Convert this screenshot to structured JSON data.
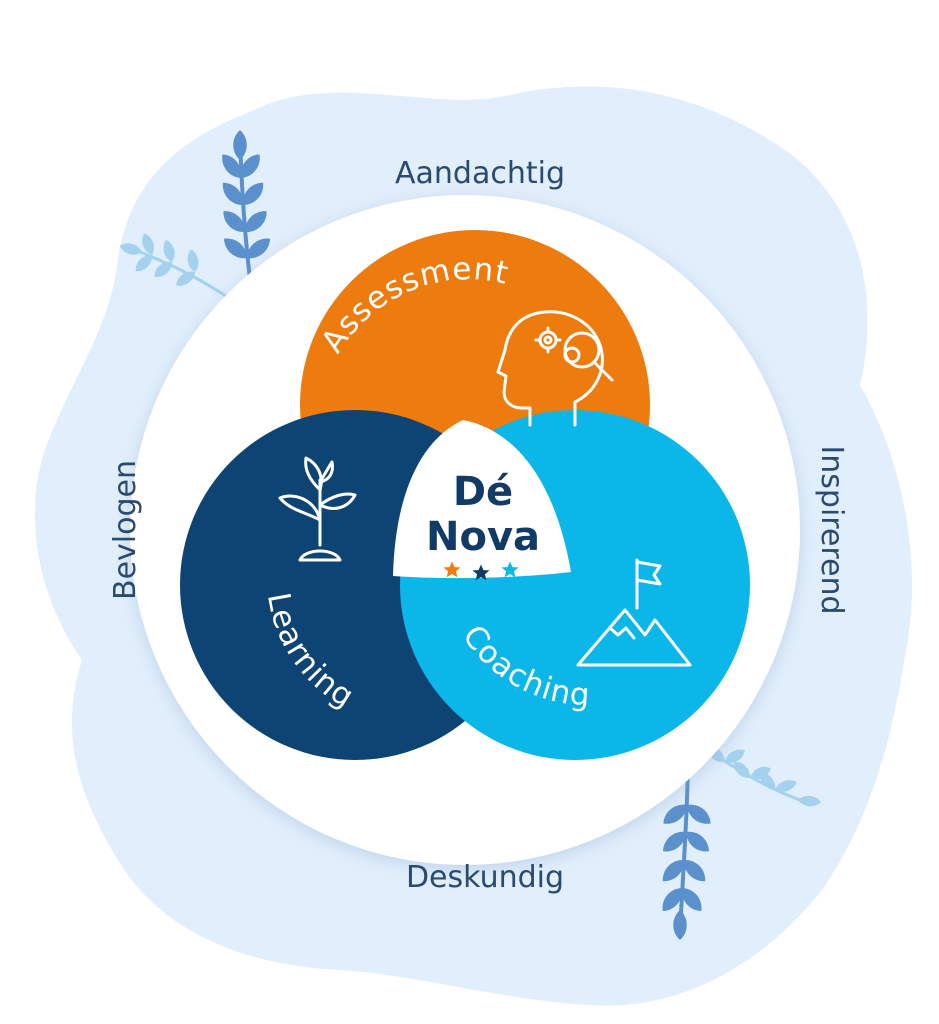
{
  "ring_words": {
    "top": "Aandachtig",
    "right": "Inspirerend",
    "bottom": "Deskundig",
    "left": "Bevlogen"
  },
  "circles": {
    "assessment": {
      "label": "Assessment",
      "icon": "head-gears-magnifier-icon",
      "color": "#ee7b0d"
    },
    "learning": {
      "label": "Learning",
      "icon": "plant-icon",
      "color": "#0e4474"
    },
    "coaching": {
      "label": "Coaching",
      "icon": "mountain-flag-icon",
      "color": "#0bb6e8"
    }
  },
  "center": {
    "line1": "Dé",
    "line2": "Nova",
    "stars": [
      {
        "icon": "star-icon",
        "color": "#ee7b0d"
      },
      {
        "icon": "star-icon",
        "color": "#123a66"
      },
      {
        "icon": "star-icon",
        "color": "#0bb6e8"
      }
    ]
  },
  "colors": {
    "background_blob": "#e1eefb",
    "leaf_dark": "#5a90cc",
    "leaf_light": "#a4d2ee"
  }
}
